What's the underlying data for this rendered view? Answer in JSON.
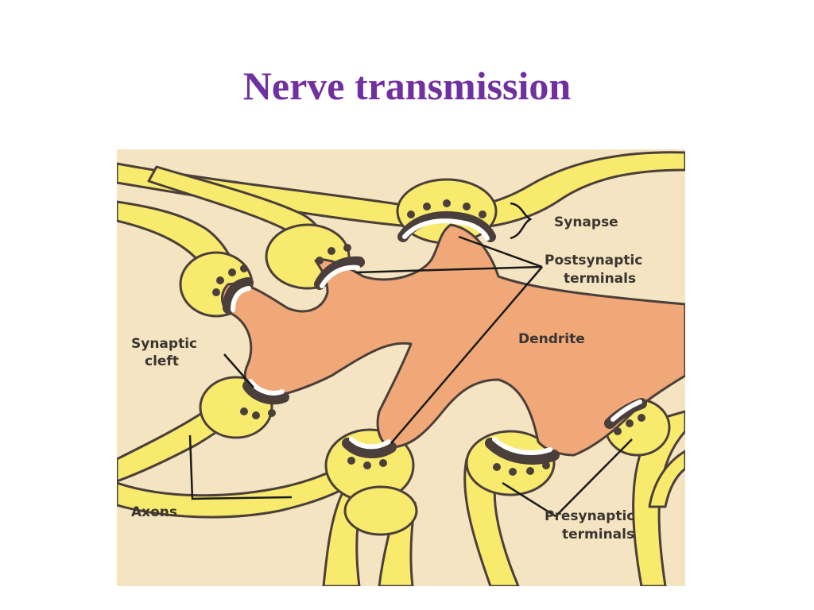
{
  "slide": {
    "title": "Nerve transmission"
  },
  "diagram": {
    "labels": {
      "synapse": "Synapse",
      "postsynaptic_line1": "Postsynaptic",
      "postsynaptic_line2": "terminals",
      "dendrite": "Dendrite",
      "synaptic_cleft_line1": "Synaptic",
      "synaptic_cleft_line2": "cleft",
      "axons": "Axons",
      "presynaptic_line1": "Presynaptic",
      "presynaptic_line2": "terminals"
    },
    "colors": {
      "background": "#f5e4c1",
      "axon_fill": "#f8ea6c",
      "dendrite_fill": "#f0a878",
      "membrane": "#4a3f3a",
      "cleft": "#ffffff",
      "title": "#7030a0"
    }
  }
}
